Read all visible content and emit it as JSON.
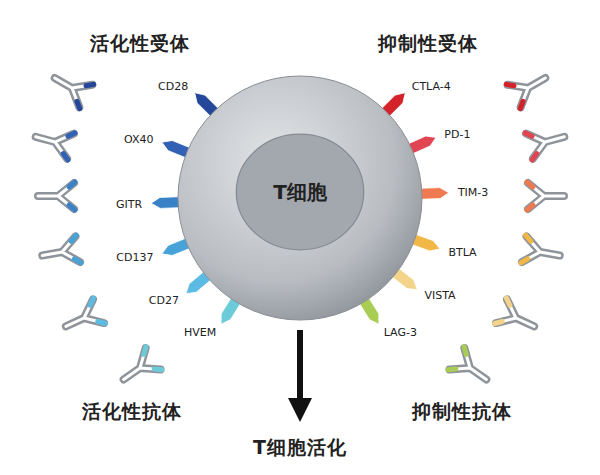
{
  "diagram": {
    "nodes": [
      {
        "text": [
          "T细胞"
        ]
      }
    ],
    "labels": [
      "活化性受体",
      "抑制性受体",
      "CD28",
      "OX40",
      "GITR",
      "CD137",
      "CD27",
      "HVEM",
      "CTLA-4",
      "PD-1",
      "TIM-3",
      "BTLA",
      "VISTA",
      "LAG-3",
      "活化性抗体",
      "抑制性抗体",
      "T细胞活化"
    ]
  }
}
